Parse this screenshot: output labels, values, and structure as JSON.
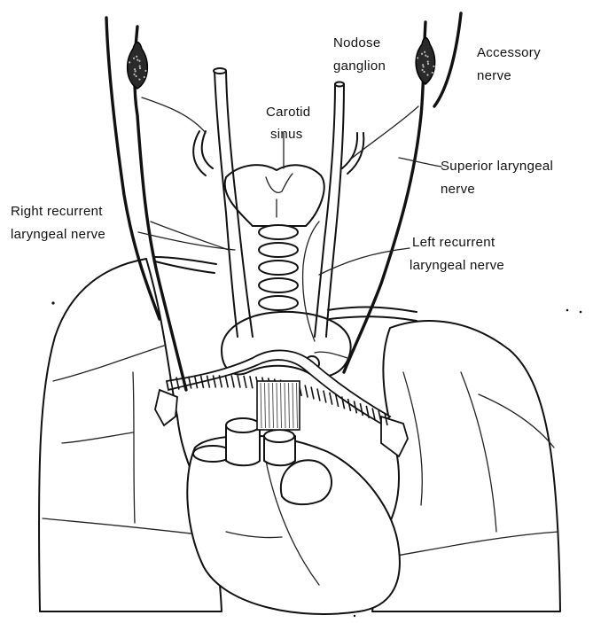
{
  "diagram": {
    "labels": {
      "nodose_ganglion": [
        "Nodose",
        "ganglion"
      ],
      "accessory_nerve": [
        "Accessory",
        "nerve"
      ],
      "carotid_sinus": [
        "Carotid",
        "sinus"
      ],
      "superior_laryngeal_nerve": [
        "Superior laryngeal",
        "nerve"
      ],
      "right_recurrent_laryngeal_nerve": [
        "Right recurrent",
        "laryngeal nerve"
      ],
      "left_recurrent_laryngeal_nerve": [
        "Left recurrent",
        "laryngeal nerve"
      ]
    }
  }
}
